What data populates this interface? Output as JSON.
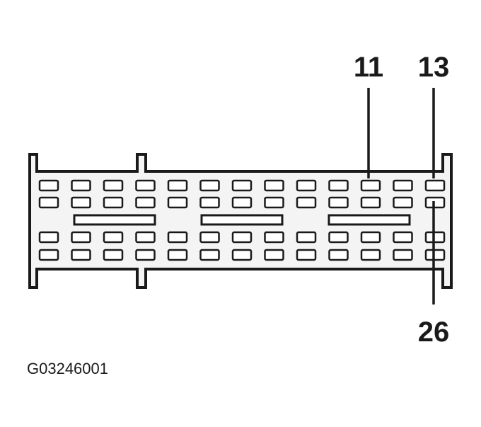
{
  "diagram": {
    "title": "",
    "callouts": {
      "pin_11": "11",
      "pin_13": "13",
      "pin_26": "26"
    },
    "figure_id": "G03246001",
    "colors": {
      "line": "#1a1a1a",
      "body_fill": "#f4f4f4",
      "background": "#ffffff"
    }
  }
}
